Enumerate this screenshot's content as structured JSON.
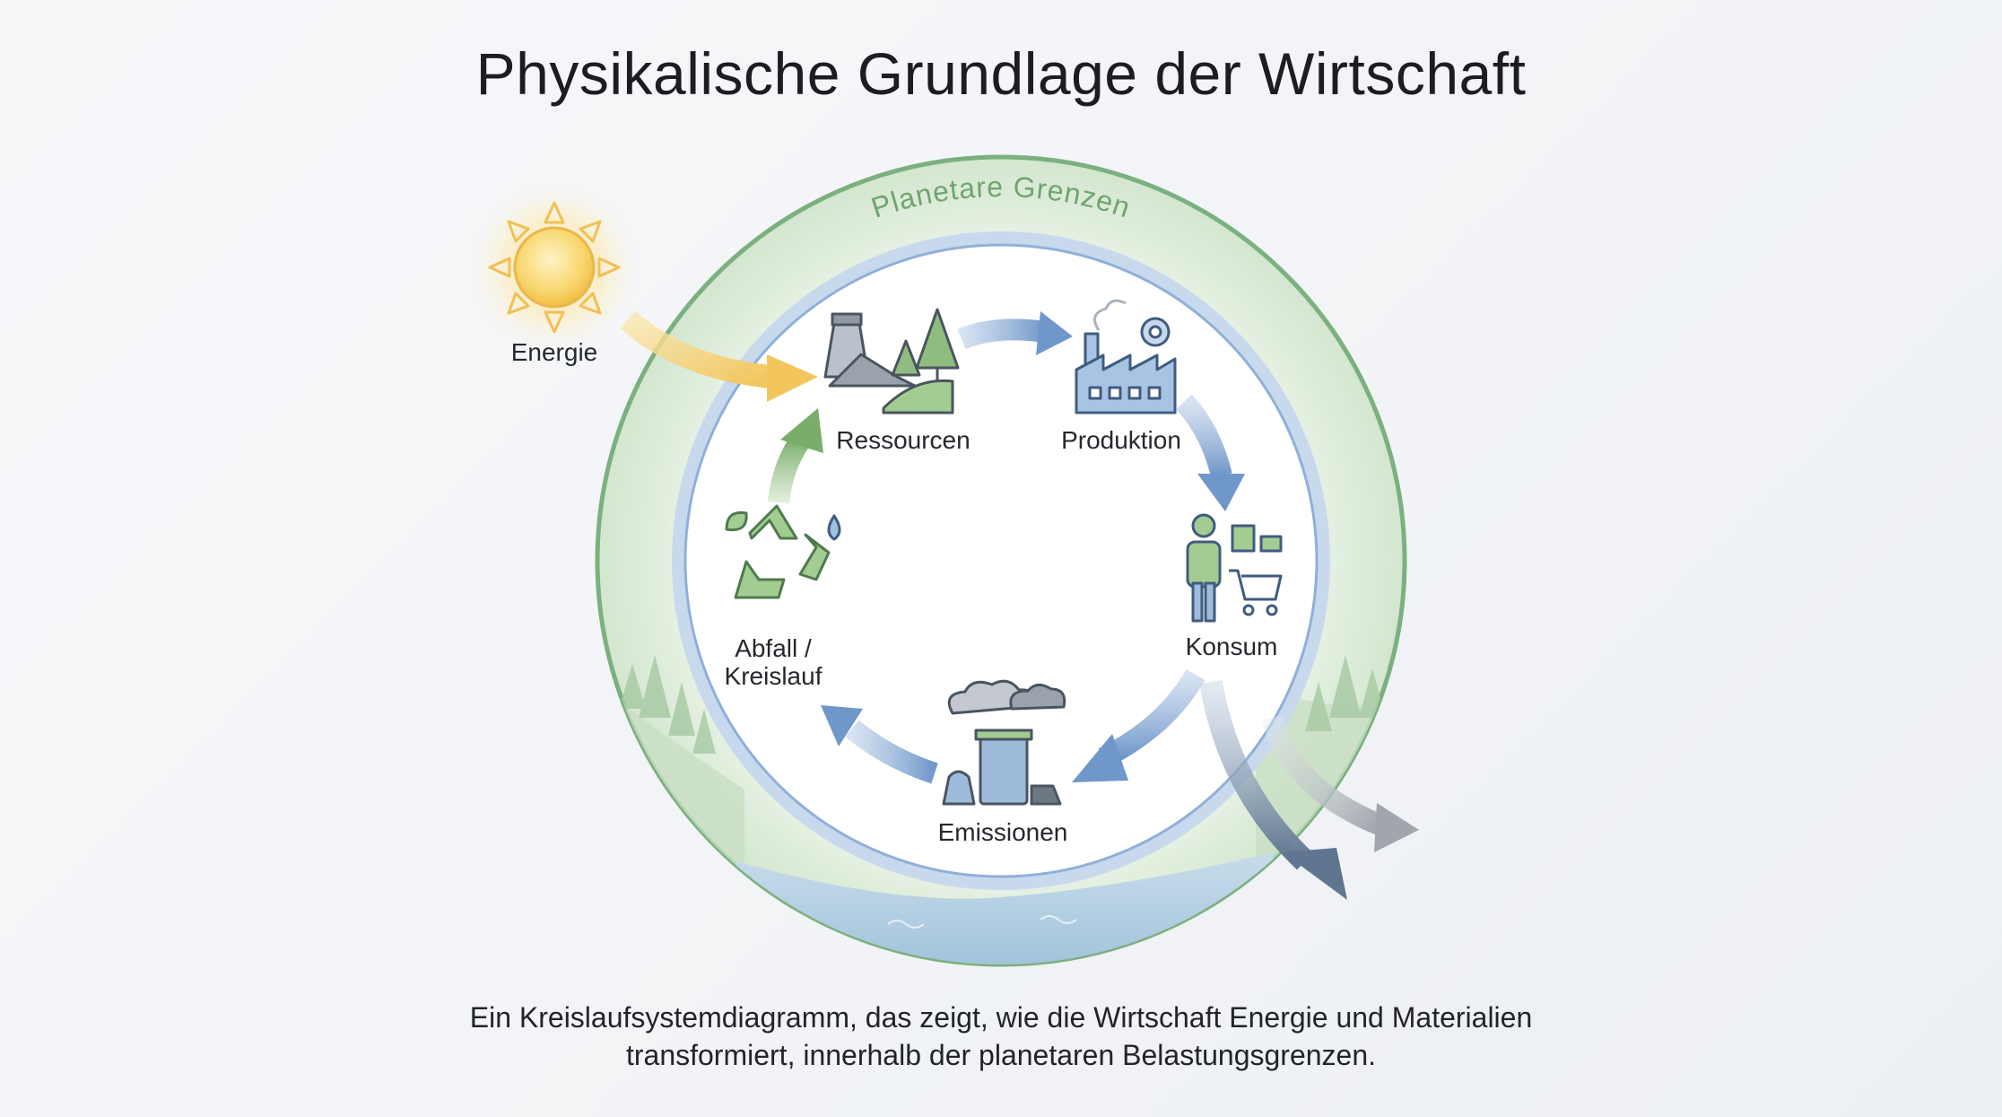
{
  "title": "Physikalische Grundlage der Wirtschaft",
  "ring_label": "Planetare Grenzen",
  "energy_label": "Energie",
  "nodes": {
    "ressourcen": "Ressourcen",
    "produktion": "Produktion",
    "konsum": "Konsum",
    "emissionen": "Emissionen",
    "abfall_line1": "Abfall /",
    "abfall_line2": "Kreislauf"
  },
  "caption": {
    "line1": "Ein Kreislaufsystemdiagramm, das zeigt, wie die Wirtschaft Energie und Materialien",
    "line2": "transformiert, innerhalb der planetaren Belastungsgrenzen."
  },
  "colors": {
    "ring_green": "#7bb07f",
    "ring_fill": "#d9ead6",
    "inner_blue": "#8fb0d8",
    "arrow_blue": "#6e96c8",
    "arrow_green": "#7fb26f",
    "arrow_gold": "#f0c65e",
    "sun": "#f5c84b",
    "water": "#a9c9e0"
  }
}
